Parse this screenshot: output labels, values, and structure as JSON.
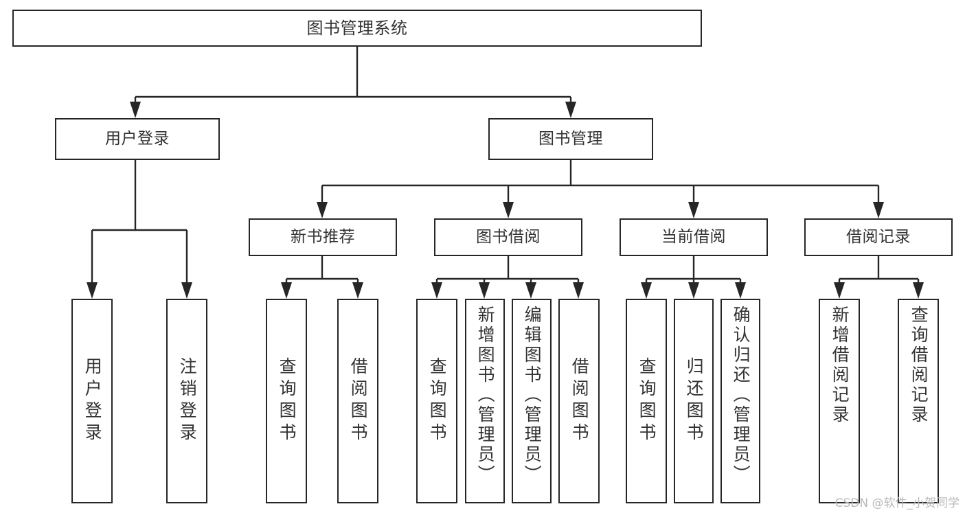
{
  "diagram": {
    "title": "图书管理系统",
    "type": "functional-structure-tree",
    "root": {
      "id": "root",
      "label": "图书管理系统"
    },
    "branches": [
      {
        "id": "user-login",
        "label": "用户登录"
      },
      {
        "id": "book-management",
        "label": "图书管理"
      }
    ],
    "groups": [
      {
        "id": "new-book-recommend",
        "label": "新书推荐"
      },
      {
        "id": "book-borrow",
        "label": "图书借阅"
      },
      {
        "id": "current-borrow",
        "label": "当前借阅"
      },
      {
        "id": "borrow-record",
        "label": "借阅记录"
      }
    ],
    "leaves": [
      {
        "id": "leaf-user-login",
        "label": "用户登录",
        "parent": "user-login"
      },
      {
        "id": "leaf-logout-login",
        "label": "注销登录",
        "parent": "user-login"
      },
      {
        "id": "leaf-query-book-1",
        "label": "查询图书",
        "parent": "new-book-recommend"
      },
      {
        "id": "leaf-borrow-book-1",
        "label": "借阅图书",
        "parent": "new-book-recommend"
      },
      {
        "id": "leaf-query-book-2",
        "label": "查询图书",
        "parent": "book-borrow"
      },
      {
        "id": "leaf-add-book",
        "label": "新增图书（管理员）",
        "parent": "book-borrow"
      },
      {
        "id": "leaf-edit-book",
        "label": "编辑图书（管理员）",
        "parent": "book-borrow"
      },
      {
        "id": "leaf-borrow-book-2",
        "label": "借阅图书",
        "parent": "book-borrow"
      },
      {
        "id": "leaf-query-book-3",
        "label": "查询图书",
        "parent": "current-borrow"
      },
      {
        "id": "leaf-return-book",
        "label": "归还图书",
        "parent": "current-borrow"
      },
      {
        "id": "leaf-confirm-return",
        "label": "确认归还（管理员）",
        "parent": "current-borrow"
      },
      {
        "id": "leaf-add-record",
        "label": "新增借阅记录",
        "parent": "borrow-record"
      },
      {
        "id": "leaf-query-record",
        "label": "查询借阅记录",
        "parent": "borrow-record"
      }
    ]
  },
  "watermark": {
    "text": "CSDN @软件_小贺同学"
  },
  "colors": {
    "stroke": "#262626",
    "box_fill": "#ffffff",
    "text": "#333333",
    "background": "#ffffff",
    "watermark": "#b9b9b9"
  }
}
